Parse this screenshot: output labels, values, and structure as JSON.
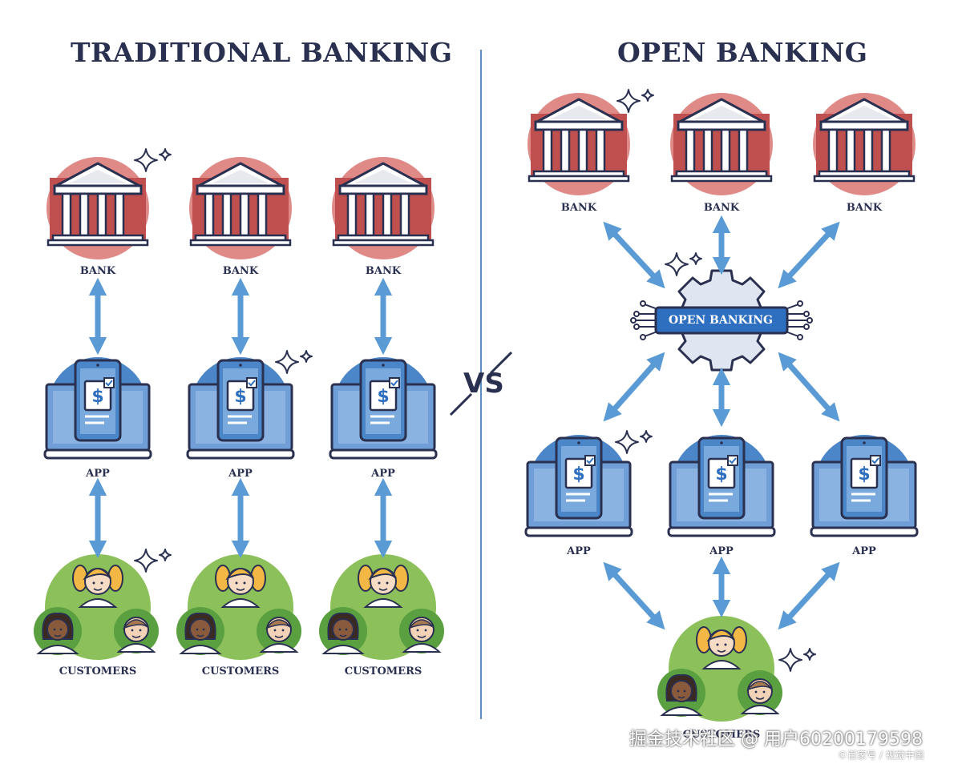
{
  "left_section": {
    "title": "TRADITIONAL BANKING",
    "bank_label": "BANK",
    "app_label": "APP",
    "customers_label": "CUSTOMERS"
  },
  "right_section": {
    "title": "OPEN BANKING",
    "bank_label": "BANK",
    "app_label": "APP",
    "hub_label": "OPEN BANKING",
    "customers_label": "CUSTOMERS"
  },
  "vs_label": "VS",
  "watermark": {
    "main": "掘金技术社区 @ 用户60200179598",
    "credit": "©百家号 / 视觉中国"
  },
  "colors": {
    "ink": "#2a3050",
    "bank_circle": "#e08a88",
    "bank_column": "#c05050",
    "app_circle": "#4a86c8",
    "arrow": "#5b9bd5",
    "customers_circle": "#8cc05a",
    "divider": "#5b8fc4"
  }
}
